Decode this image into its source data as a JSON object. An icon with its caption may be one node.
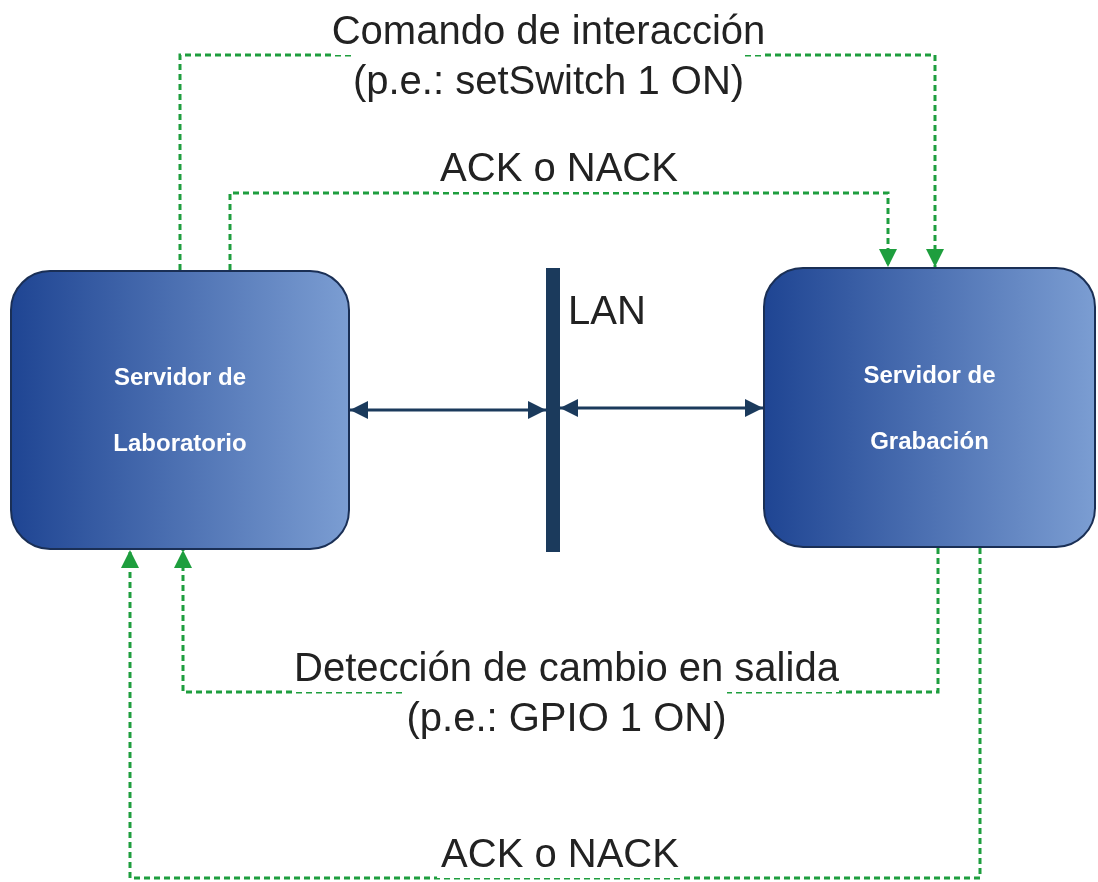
{
  "diagram": {
    "nodes": [
      {
        "text": [
          "Servidor de Laboratorio"
        ]
      },
      {
        "text": [],
        "shape": "bar",
        "beside": [
          "LAN"
        ]
      },
      {
        "text": [
          "Servidor de Grabación"
        ]
      }
    ],
    "edges": [
      {
        "from": 0,
        "to": 1,
        "arrow": "both",
        "color": "#1b3a5c"
      },
      {
        "from": 1,
        "to": 2,
        "arrow": "both",
        "color": "#1b3a5c"
      },
      {
        "from": 0,
        "to": 2,
        "arrow": "to",
        "label": "Comando de interacción (p.e.: setSwitch 1 ON)",
        "style": "dashed",
        "color": "#1e9e3e"
      },
      {
        "from": 0,
        "to": 2,
        "arrow": "to",
        "label": "ACK o NACK",
        "style": "dashed",
        "color": "#1e9e3e"
      },
      {
        "from": 2,
        "to": 0,
        "arrow": "to",
        "label": "Detección de cambio en salida (p.e.: GPIO 1 ON)",
        "style": "dashed",
        "color": "#1e9e3e"
      },
      {
        "from": 2,
        "to": 0,
        "arrow": "to",
        "label": "ACK o NACK",
        "style": "dashed",
        "color": "#1e9e3e"
      }
    ]
  }
}
